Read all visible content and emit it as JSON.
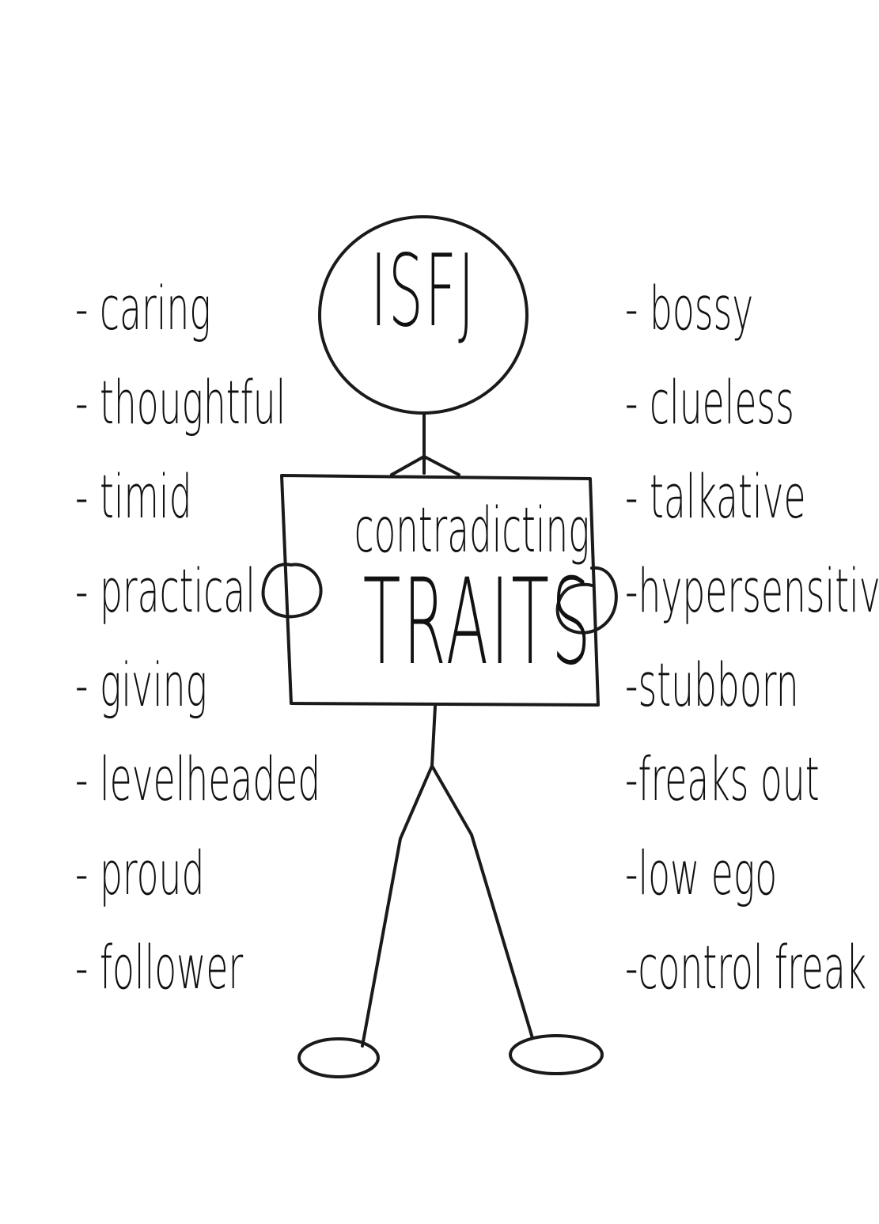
{
  "type_label": "ISFJ",
  "sign": {
    "line1": "contradicting",
    "line2": "TRAITS"
  },
  "left_traits": [
    "- caring",
    "- thoughtful",
    "- timid",
    "- practical",
    "- giving",
    "- levelheaded",
    "- proud",
    "- follower"
  ],
  "right_traits": [
    "- bossy",
    "- clueless",
    "- talkative",
    "-hypersensitive",
    "-stubborn",
    "-freaks out",
    "-low ego",
    "-control freak"
  ]
}
